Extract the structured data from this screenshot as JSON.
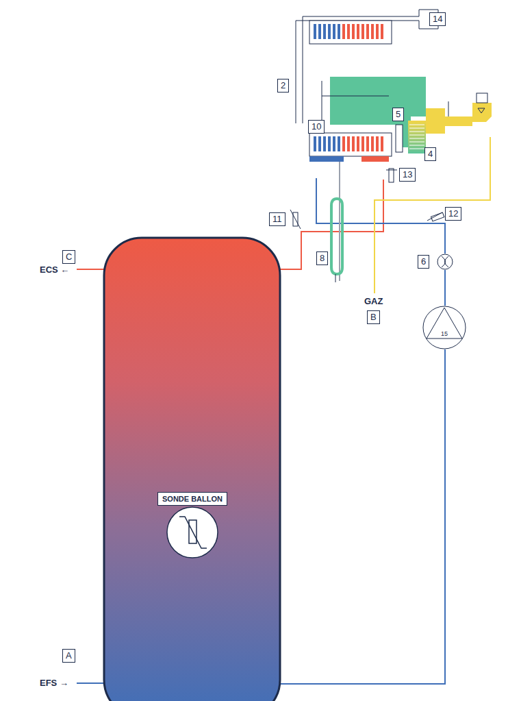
{
  "diagram": {
    "nodes": [
      {
        "text": [
          "SONDE BALLON"
        ]
      },
      {
        "text": [
          "15"
        ]
      }
    ],
    "labels": [
      "14",
      "2",
      "10",
      "5",
      "4",
      "13",
      "11",
      "12",
      "8",
      "6",
      "C",
      "ECS ←",
      "GAZ",
      "B",
      "A",
      "EFS →"
    ]
  }
}
